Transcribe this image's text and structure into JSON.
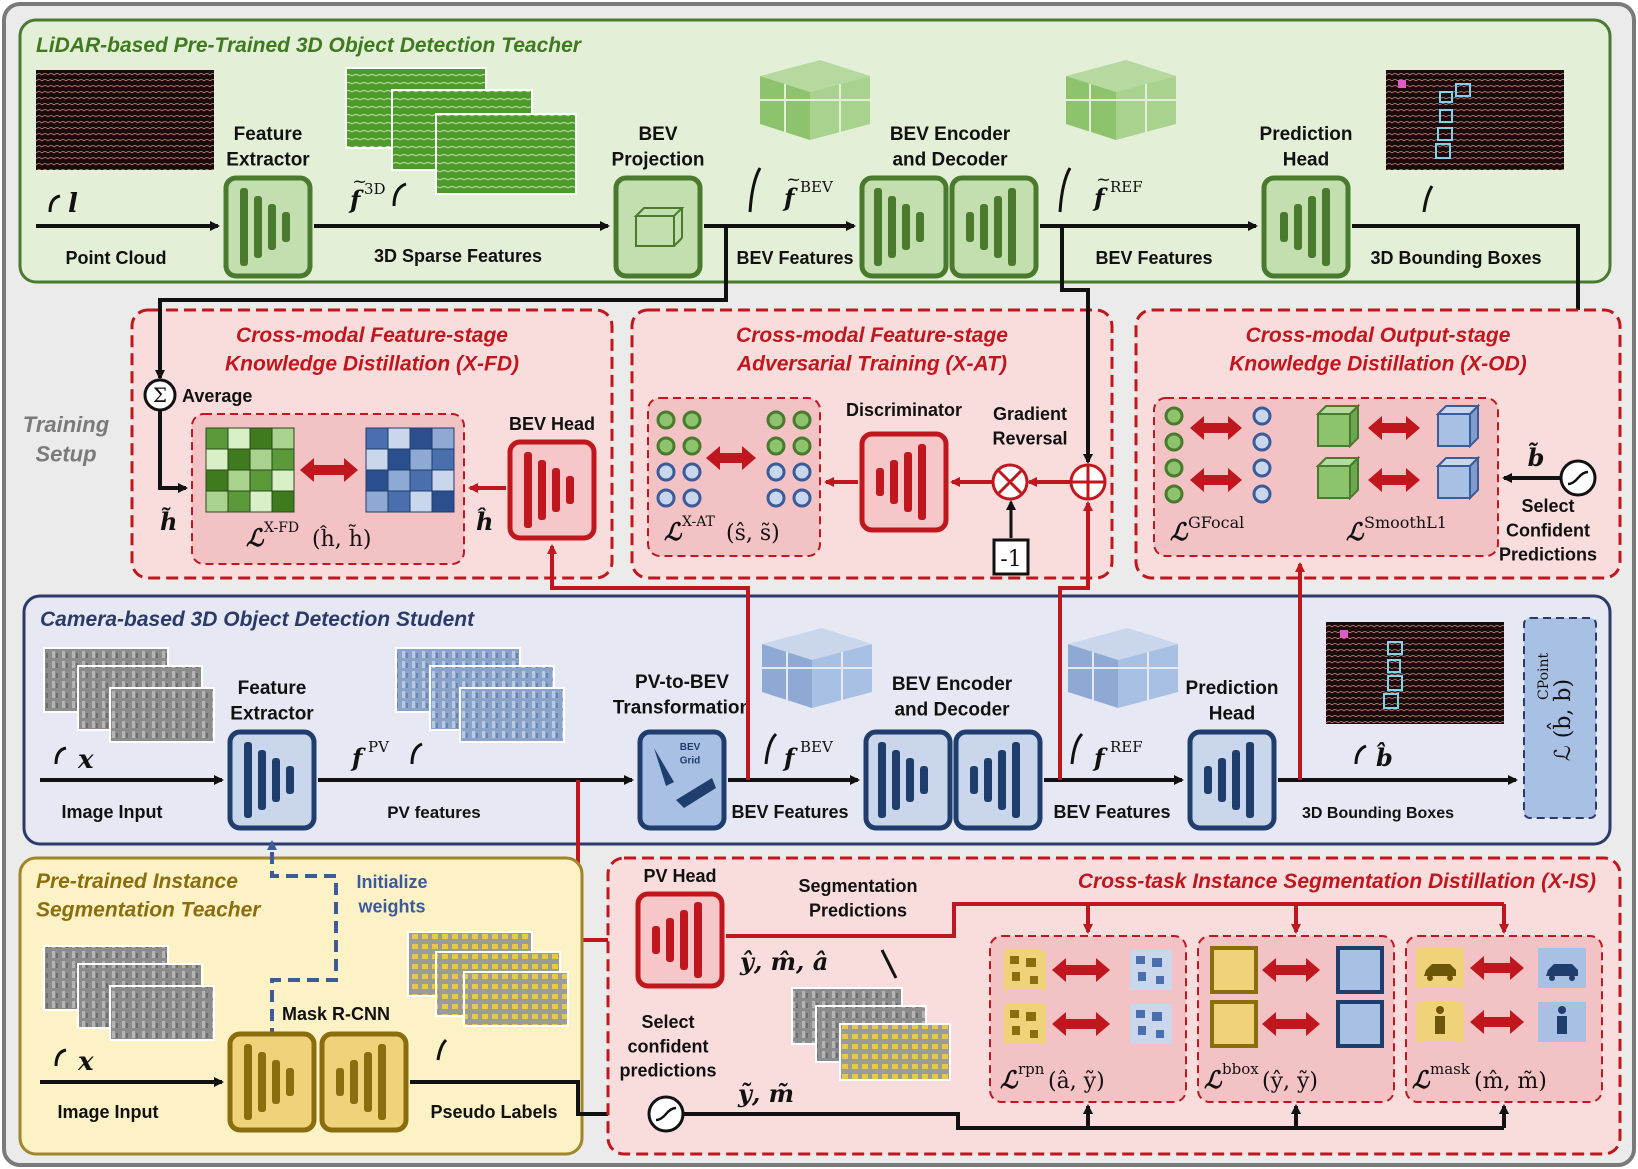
{
  "colors": {
    "teacher_bg": "#e4efd8",
    "teacher_border": "#4a7a2e",
    "teacher_block": "#5a7d3a",
    "student_bg": "#e6e9f3",
    "student_border": "#2b3a67",
    "student_block": "#1f3d6d",
    "distill_bg": "#f9dcdc",
    "distill_border": "#c0171e",
    "seg_bg": "#fdf1c6",
    "seg_border": "#a0852a",
    "seg_block": "#8a6d0c",
    "outer_bg": "#ebebeb"
  },
  "teacher": {
    "title": "LiDAR-based Pre-Trained 3D Object Detection Teacher",
    "feature_extractor": "Feature\nExtractor",
    "bev_projection": "BEV\nProjection",
    "bev_enc_dec": "BEV Encoder\nand Decoder",
    "prediction_head": "Prediction\nHead",
    "point_cloud": "Point Cloud",
    "sparse_features": "3D Sparse Features",
    "bev_features_1": "BEV Features",
    "bev_features_2": "BEV Features",
    "bounding_boxes": "3D Bounding Boxes"
  },
  "training_setup": "Training\nSetup",
  "xfd": {
    "title": "Cross-modal Feature-stage\nKnowledge Distillation (X-FD)",
    "average": "Average",
    "bev_head": "BEV Head"
  },
  "xat": {
    "title": "Cross-modal Feature-stage\nAdversarial Training (X-AT)",
    "discriminator": "Discriminator",
    "gradient_reversal": "Gradient\nReversal",
    "minus_one": "-1"
  },
  "xod": {
    "title": "Cross-modal Output-stage\nKnowledge Distillation (X-OD)",
    "select_confident": "Select\nConfident\nPredictions"
  },
  "student": {
    "title": "Camera-based 3D Object Detection Student",
    "feature_extractor": "Feature\nExtractor",
    "pv_to_bev": "PV-to-BEV\nTransformation",
    "bev_grid": "BEV\nGrid",
    "bev_enc_dec": "BEV Encoder\nand Decoder",
    "prediction_head": "Prediction\nHead",
    "image_input": "Image Input",
    "pv_features": "PV features",
    "bev_features_1": "BEV Features",
    "bev_features_2": "BEV Features",
    "bounding_boxes": "3D Bounding Boxes"
  },
  "seg_teacher": {
    "title": "Pre-trained Instance\nSegmentation Teacher",
    "initialize_weights": "Initialize\nweights",
    "mask_rcnn": "Mask R-CNN",
    "image_input": "Image Input",
    "pseudo_labels": "Pseudo Labels"
  },
  "xis": {
    "title": "Cross-task Instance Segmentation Distillation (X-IS)",
    "pv_head": "PV Head",
    "segmentation_predictions": "Segmentation\nPredictions",
    "select_confident": "Select\nconfident\npredictions"
  },
  "math": {
    "l": "l",
    "f3d": "f",
    "f3d_sup": "3D",
    "fbev_t": "f",
    "fbev_t_sup": "BEV",
    "fref_t": "f",
    "fref_t_sup": "REF",
    "x": "x",
    "fpv": "f",
    "fpv_sup": "PV",
    "fbev_s": "f",
    "fbev_s_sup": "BEV",
    "fref_s": "f",
    "fref_s_sup": "REF",
    "b_hat": "b",
    "b_tilde": "b",
    "h_tilde": "h",
    "h_hat": "h",
    "l_xfd": "X-FD",
    "l_xat": "X-AT",
    "l_gfocal": "GFocal",
    "l_smooth": "SmoothL1",
    "l_cpoint": "CPoint",
    "l_rpn": "rpn",
    "l_bbox": "bbox",
    "l_mask": "mask",
    "yma": "ŷ, m̂, â",
    "ym": "ỹ, m̃",
    "x2": "x"
  }
}
